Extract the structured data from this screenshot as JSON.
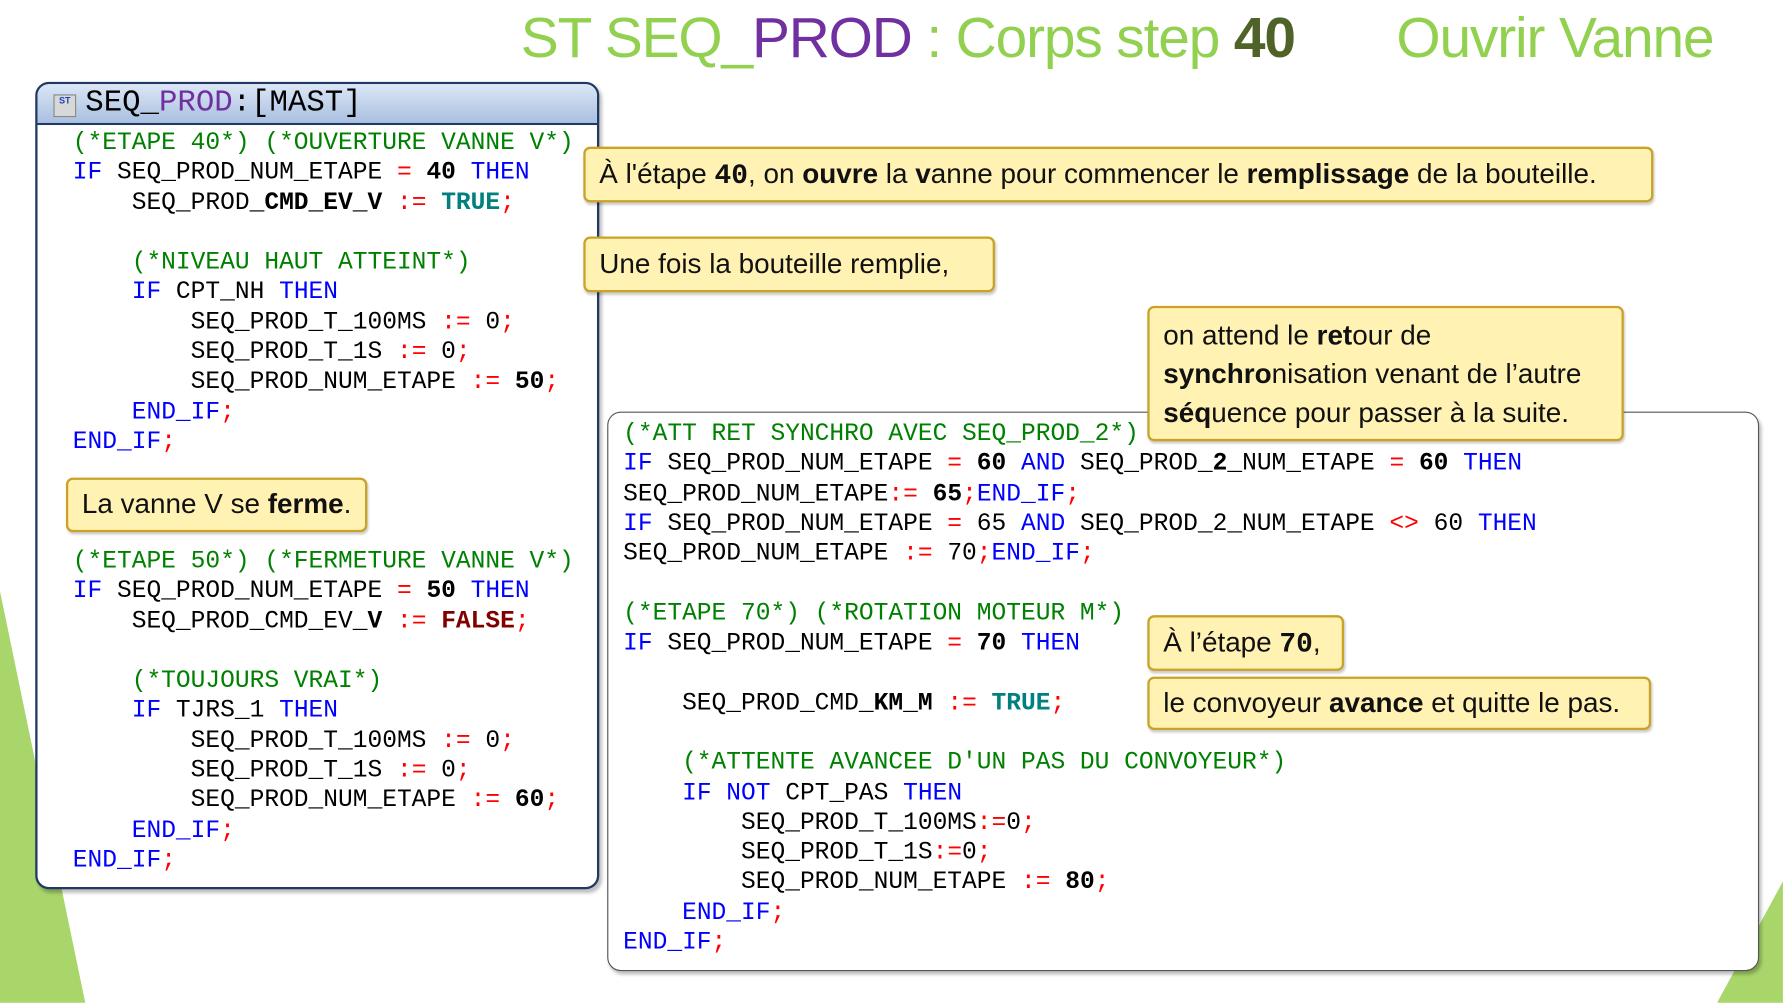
{
  "title": {
    "prefix": "ST ",
    "seq": "SEQ",
    "us": "_",
    "prod": "PROD",
    "sep": " : Corps step ",
    "step": "40",
    "action": "Ouvrir Vanne"
  },
  "colors": {
    "green": "#92d050",
    "purple": "#7030a0",
    "callout_bg": "#fff2b3",
    "callout_border": "#c9a227"
  },
  "left_panel": {
    "header": {
      "icon": "st-icon",
      "icon_text": "ST",
      "name_a": "SEQ_",
      "name_b": "PROD",
      "name_c": ":[MAST]"
    },
    "code_top": [
      [
        [
          "(*ETAPE 40*) (*OUVERTURE VANNE V*)",
          "c"
        ]
      ],
      [
        [
          "IF",
          "k"
        ],
        [
          " SEQ_PROD_NUM_ETAPE ",
          ""
        ],
        [
          "=",
          "o"
        ],
        [
          " ",
          ""
        ],
        [
          "40",
          "n"
        ],
        [
          " ",
          ""
        ],
        [
          "THEN",
          "k"
        ]
      ],
      [
        [
          "    SEQ_PROD_",
          ""
        ],
        [
          "CMD_EV_V",
          "n"
        ],
        [
          " ",
          ""
        ],
        [
          ":=",
          "o"
        ],
        [
          " ",
          ""
        ],
        [
          "TRUE",
          "tr"
        ],
        [
          ";",
          "o"
        ]
      ],
      [],
      [
        [
          "    (*NIVEAU HAUT ATTEINT*)",
          "c"
        ]
      ],
      [
        [
          "    ",
          ""
        ],
        [
          "IF",
          "k"
        ],
        [
          " CPT_NH ",
          ""
        ],
        [
          "THEN",
          "k"
        ]
      ],
      [
        [
          "        SEQ_PROD_T_100MS ",
          ""
        ],
        [
          ":=",
          "o"
        ],
        [
          " 0",
          ""
        ],
        [
          ";",
          "o"
        ]
      ],
      [
        [
          "        SEQ_PROD_T_1S ",
          ""
        ],
        [
          ":=",
          "o"
        ],
        [
          " 0",
          ""
        ],
        [
          ";",
          "o"
        ]
      ],
      [
        [
          "        SEQ_PROD_NUM_ETAPE ",
          ""
        ],
        [
          ":=",
          "o"
        ],
        [
          " ",
          ""
        ],
        [
          "50",
          "n"
        ],
        [
          ";",
          "o"
        ]
      ],
      [
        [
          "    ",
          ""
        ],
        [
          "END_IF",
          "k"
        ],
        [
          ";",
          "o"
        ]
      ],
      [
        [
          "END_IF",
          "k"
        ],
        [
          ";",
          "o"
        ]
      ]
    ],
    "code_bottom": [
      [
        [
          "(*ETAPE 50*) (*FERMETURE VANNE V*)",
          "c"
        ]
      ],
      [
        [
          "IF",
          "k"
        ],
        [
          " SEQ_PROD_NUM_ETAPE ",
          ""
        ],
        [
          "=",
          "o"
        ],
        [
          " ",
          ""
        ],
        [
          "50",
          "n"
        ],
        [
          " ",
          ""
        ],
        [
          "THEN",
          "k"
        ]
      ],
      [
        [
          "    SEQ_PROD_CMD_EV_",
          ""
        ],
        [
          "V",
          "n"
        ],
        [
          " ",
          ""
        ],
        [
          ":=",
          "o"
        ],
        [
          " ",
          ""
        ],
        [
          "FALSE",
          "f"
        ],
        [
          ";",
          "o"
        ]
      ],
      [],
      [
        [
          "    (*TOUJOURS VRAI*)",
          "c"
        ]
      ],
      [
        [
          "    ",
          ""
        ],
        [
          "IF",
          "k"
        ],
        [
          " TJRS_1 ",
          ""
        ],
        [
          "THEN",
          "k"
        ]
      ],
      [
        [
          "        SEQ_PROD_T_100MS ",
          ""
        ],
        [
          ":=",
          "o"
        ],
        [
          " 0",
          ""
        ],
        [
          ";",
          "o"
        ]
      ],
      [
        [
          "        SEQ_PROD_T_1S ",
          ""
        ],
        [
          ":=",
          "o"
        ],
        [
          " 0",
          ""
        ],
        [
          ";",
          "o"
        ]
      ],
      [
        [
          "        SEQ_PROD_NUM_ETAPE ",
          ""
        ],
        [
          ":=",
          "o"
        ],
        [
          " ",
          ""
        ],
        [
          "60",
          "n"
        ],
        [
          ";",
          "o"
        ]
      ],
      [
        [
          "    ",
          ""
        ],
        [
          "END_IF",
          "k"
        ],
        [
          ";",
          "o"
        ]
      ],
      [
        [
          "END_IF",
          "k"
        ],
        [
          ";",
          "o"
        ]
      ]
    ]
  },
  "right_panel": {
    "code": [
      [
        [
          "(*ATT RET SYNCHRO AVEC SEQ_PROD_2*)",
          "c"
        ]
      ],
      [
        [
          "IF",
          "k"
        ],
        [
          " SEQ_PROD_NUM_ETAPE ",
          ""
        ],
        [
          "=",
          "o"
        ],
        [
          " ",
          ""
        ],
        [
          "60",
          "n"
        ],
        [
          " ",
          ""
        ],
        [
          "AND",
          "k"
        ],
        [
          " SEQ_PROD_",
          ""
        ],
        [
          "2",
          "n"
        ],
        [
          "_NUM_ETAPE ",
          ""
        ],
        [
          "=",
          "o"
        ],
        [
          " ",
          ""
        ],
        [
          "60",
          "n"
        ],
        [
          " ",
          ""
        ],
        [
          "THEN",
          "k"
        ]
      ],
      [
        [
          "SEQ_PROD_NUM_ETAPE",
          ""
        ],
        [
          ":=",
          "o"
        ],
        [
          " ",
          ""
        ],
        [
          "65",
          "n"
        ],
        [
          ";",
          "o"
        ],
        [
          "END_IF",
          "k"
        ],
        [
          ";",
          "o"
        ]
      ],
      [
        [
          "IF",
          "k"
        ],
        [
          " SEQ_PROD_NUM_ETAPE ",
          ""
        ],
        [
          "=",
          "o"
        ],
        [
          " 65 ",
          ""
        ],
        [
          "AND",
          "k"
        ],
        [
          " SEQ_PROD_2_NUM_ETAPE ",
          ""
        ],
        [
          "<>",
          "o"
        ],
        [
          " 60 ",
          ""
        ],
        [
          "THEN",
          "k"
        ]
      ],
      [
        [
          "SEQ_PROD_NUM_ETAPE ",
          ""
        ],
        [
          ":=",
          "o"
        ],
        [
          " 70",
          ""
        ],
        [
          ";",
          "o"
        ],
        [
          "END_IF",
          "k"
        ],
        [
          ";",
          "o"
        ]
      ],
      [],
      [
        [
          "(*ETAPE 70*) (*ROTATION MOTEUR M*)",
          "c"
        ]
      ],
      [
        [
          "IF",
          "k"
        ],
        [
          " SEQ_PROD_NUM_ETAPE ",
          ""
        ],
        [
          "=",
          "o"
        ],
        [
          " ",
          ""
        ],
        [
          "70",
          "n"
        ],
        [
          " ",
          ""
        ],
        [
          "THEN",
          "k"
        ]
      ],
      [],
      [
        [
          "    SEQ_PROD_CMD_",
          ""
        ],
        [
          "KM_M",
          "n"
        ],
        [
          " ",
          ""
        ],
        [
          ":=",
          "o"
        ],
        [
          " ",
          ""
        ],
        [
          "TRUE",
          "tr"
        ],
        [
          ";",
          "o"
        ]
      ],
      [],
      [
        [
          "    (*ATTENTE AVANCEE D'UN PAS DU CONVOYEUR*)",
          "c"
        ]
      ],
      [
        [
          "    ",
          ""
        ],
        [
          "IF NOT",
          "k"
        ],
        [
          " CPT_PAS ",
          ""
        ],
        [
          "THEN",
          "k"
        ]
      ],
      [
        [
          "        SEQ_PROD_T_100MS",
          ""
        ],
        [
          ":=",
          "o"
        ],
        [
          "0",
          ""
        ],
        [
          ";",
          "o"
        ]
      ],
      [
        [
          "        SEQ_PROD_T_1S",
          ""
        ],
        [
          ":=",
          "o"
        ],
        [
          "0",
          ""
        ],
        [
          ";",
          "o"
        ]
      ],
      [
        [
          "        SEQ_PROD_NUM_ETAPE ",
          ""
        ],
        [
          ":=",
          "o"
        ],
        [
          " ",
          ""
        ],
        [
          "80",
          "n"
        ],
        [
          ";",
          "o"
        ]
      ],
      [
        [
          "    ",
          ""
        ],
        [
          "END_IF",
          "k"
        ],
        [
          ";",
          "o"
        ]
      ],
      [
        [
          "END_IF",
          "k"
        ],
        [
          ";",
          "o"
        ]
      ]
    ]
  },
  "callouts": {
    "c1": {
      "a": "À l'étape ",
      "b": "40",
      "c": ", on ",
      "d": "ouvre",
      "e": " la ",
      "f": "v",
      "g": "anne pour commencer le ",
      "h": "remplissage",
      "i": " de la bouteille."
    },
    "c2": {
      "a": "Une fois la bouteille remplie,"
    },
    "c3": {
      "a": "on attend le ",
      "b": "ret",
      "c": "our de",
      "d": "synchro",
      "e": "nisation venant de l’autre",
      "f": "séq",
      "g": "uence pour passer à la suite."
    },
    "c4": {
      "a": "À l’étape ",
      "b": "70",
      "c": ","
    },
    "c5": {
      "a": "le convoyeur ",
      "b": "avance",
      "c": " et quitte le pas."
    },
    "c6": {
      "a": "La vanne V se ",
      "b": "ferme",
      "c": "."
    }
  }
}
